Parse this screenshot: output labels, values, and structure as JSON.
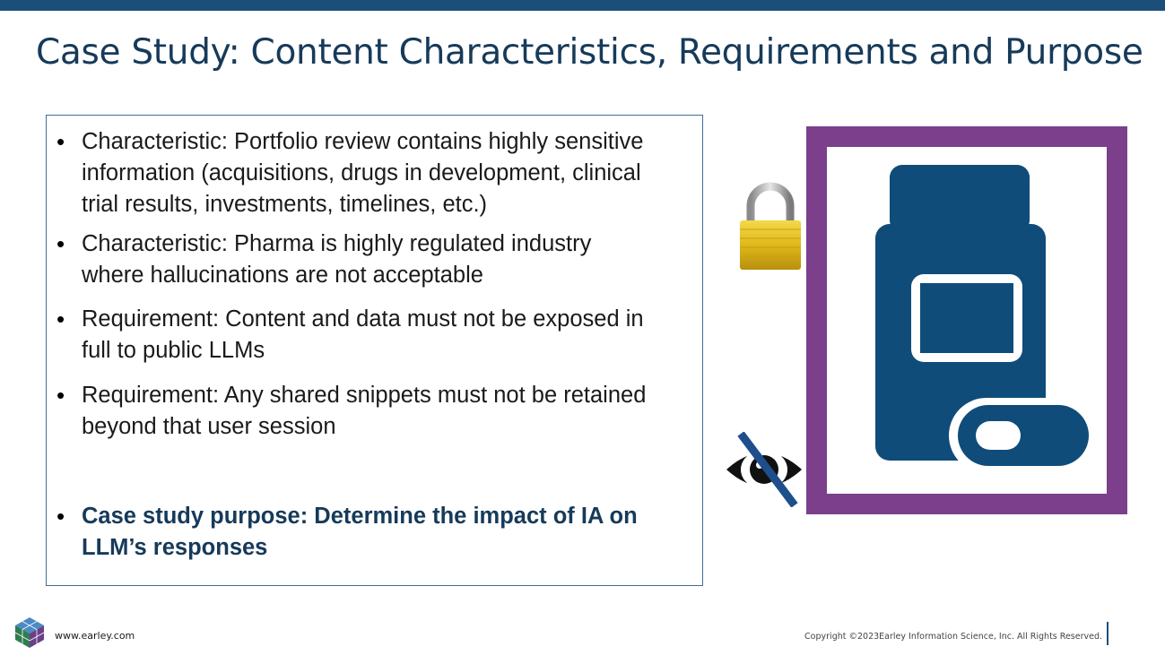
{
  "slide": {
    "title": "Case Study: Content Characteristics, Requirements and Purpose",
    "bullets": [
      {
        "line1": "Characteristic: Portfolio review contains highly sensitive",
        "line2": "information (acquisitions, drugs in development, clinical",
        "line3": "trial results, investments, timelines, etc.)"
      },
      {
        "line1": "Characteristic: Pharma is highly regulated industry",
        "line2": "where hallucinations are not acceptable"
      },
      {
        "line1": "Requirement: Content and data  must not be exposed in",
        "line2": "full to public LLMs"
      },
      {
        "line1": "Requirement: Any shared snippets must not be retained",
        "line2": "beyond that user session"
      },
      {
        "line1": "Case study purpose: Determine the impact of IA on",
        "line2": "LLM’s responses"
      }
    ],
    "bullet_glyph": "•"
  },
  "icons": {
    "lock": "padlock-icon",
    "eye": "eye-slash-icon",
    "medicine": "medicine-bottle-icon",
    "pill": "pill-icon",
    "logo": "earley-cube-logo"
  },
  "colors": {
    "topbar": "#1b4f7a",
    "title": "#163a5a",
    "frame": "#7b3f8c",
    "bottle": "#0f4c7a",
    "lock_gold": "#e8c21c"
  },
  "footer": {
    "url": "www.earley.com",
    "copyright": "Copyright ©2023Earley Information Science, Inc. All Rights Reserved."
  }
}
